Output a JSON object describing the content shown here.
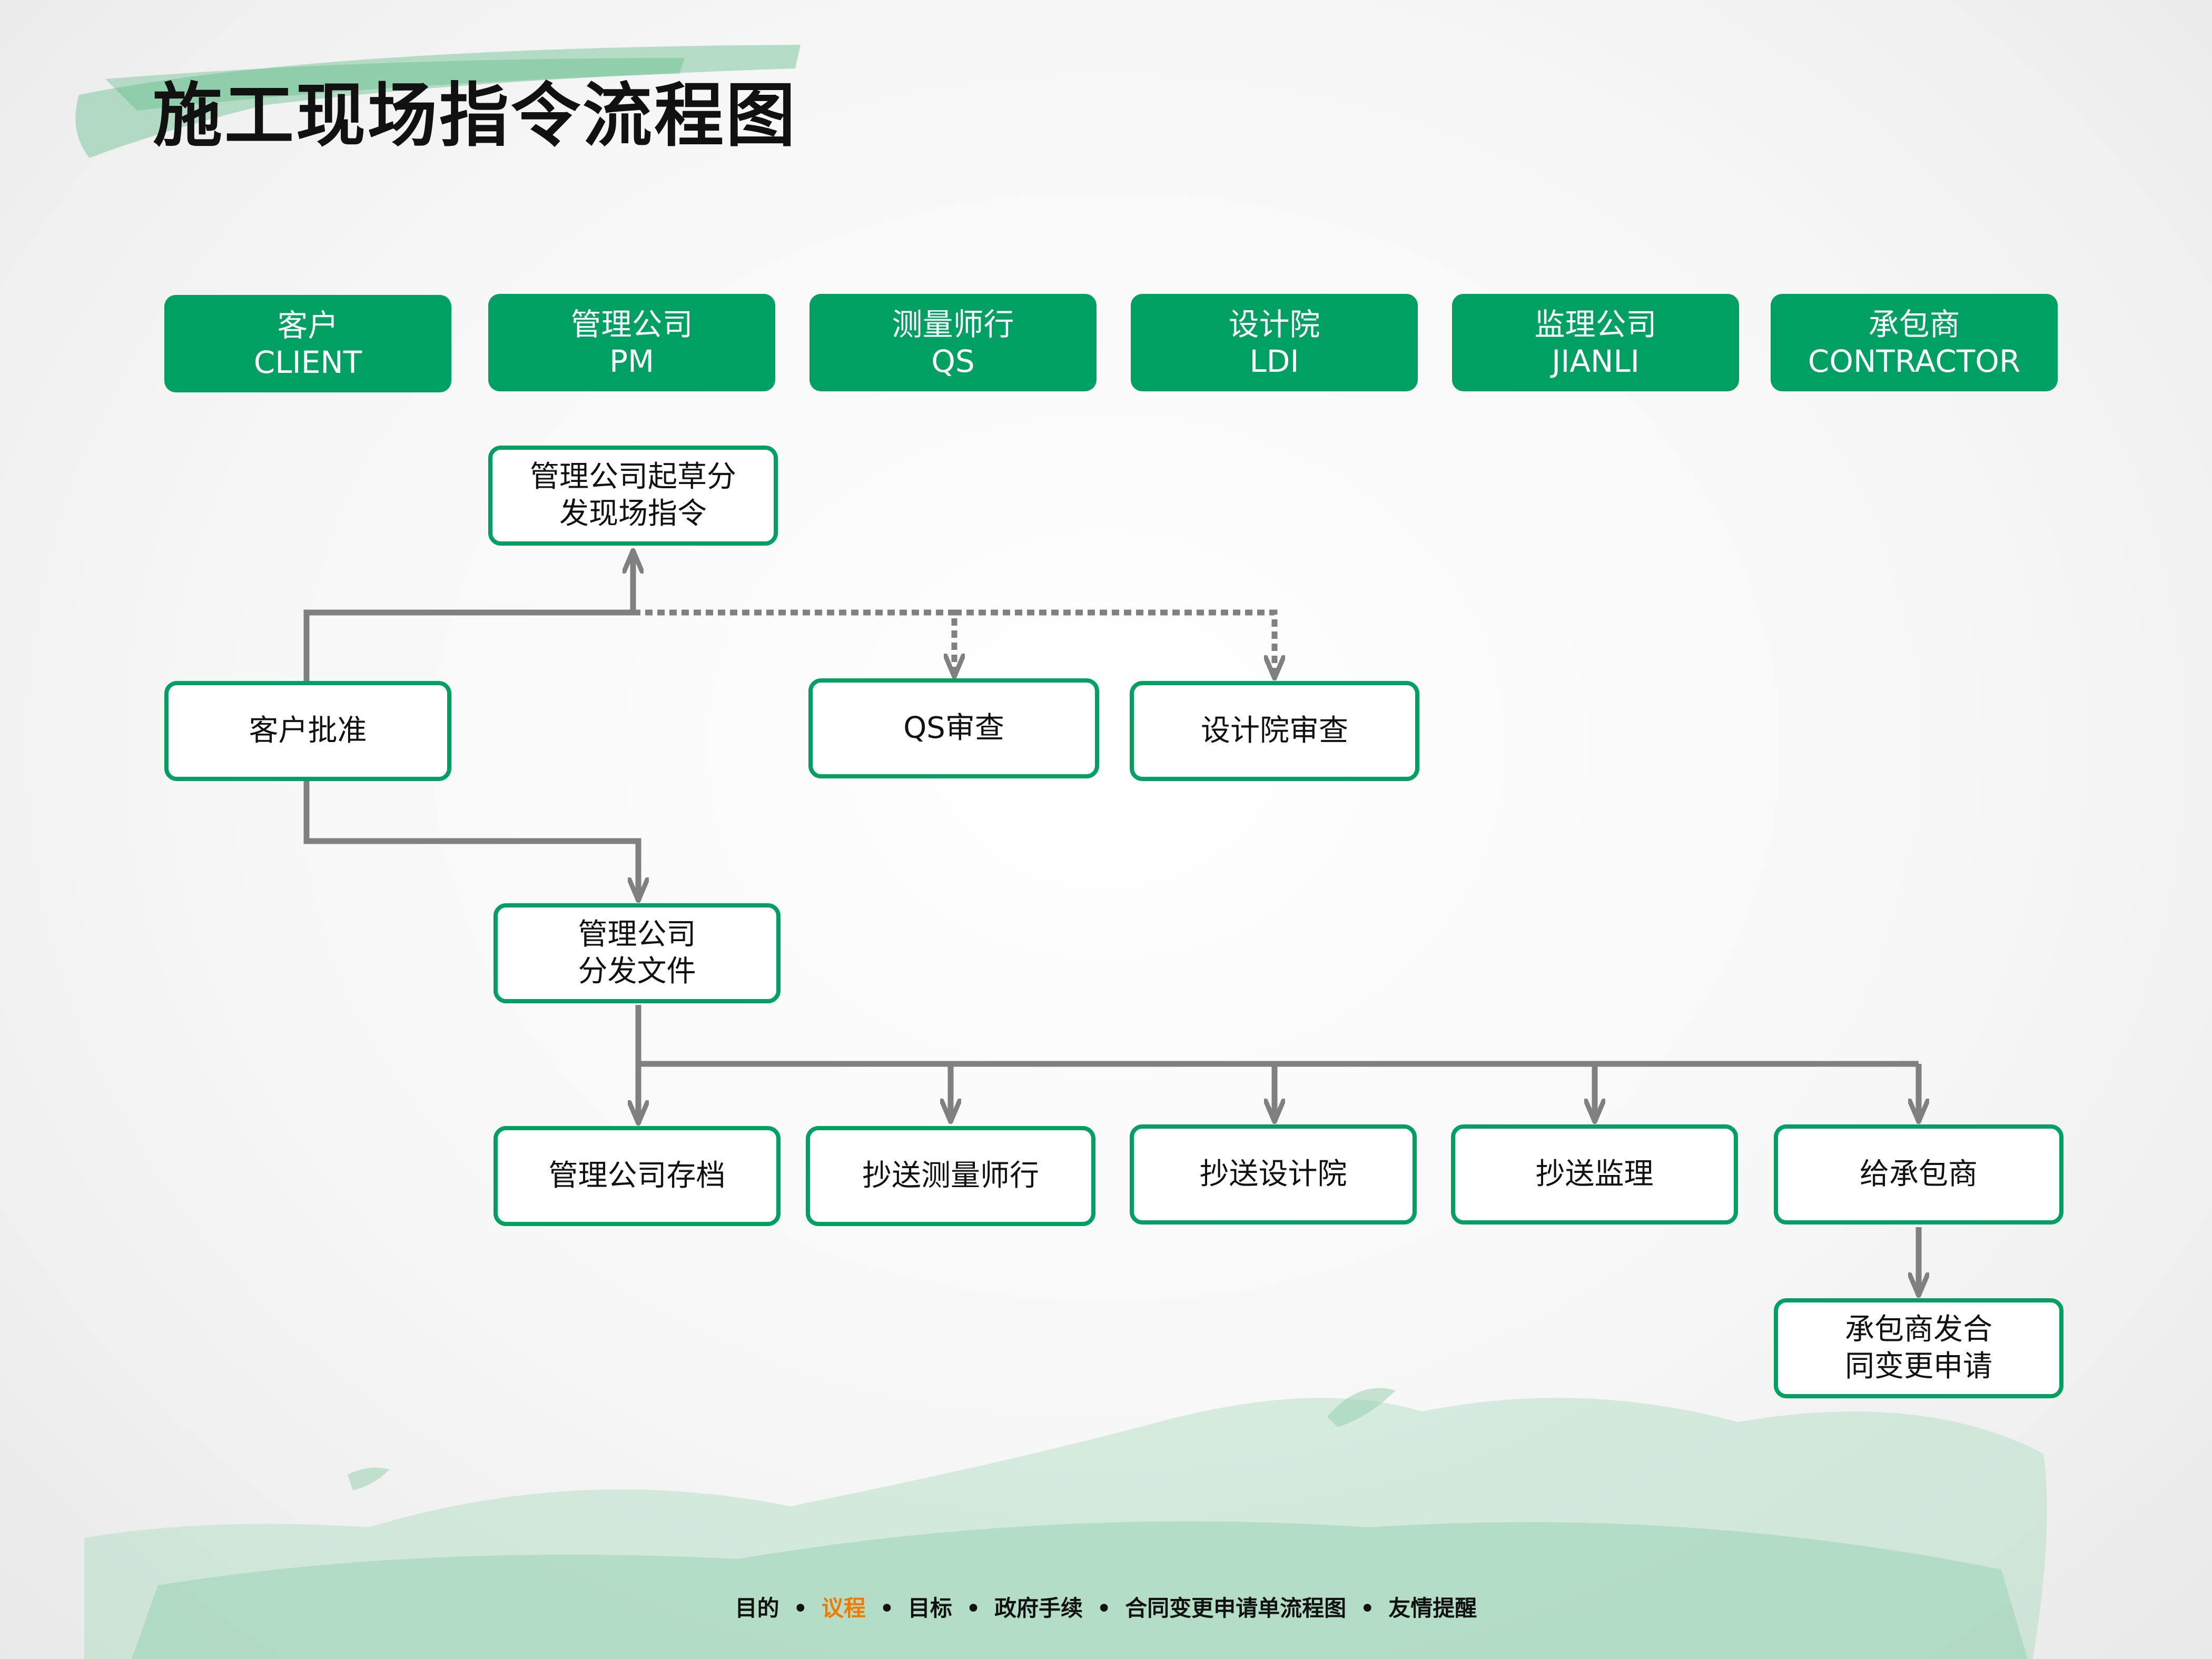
{
  "title": "施工现场指令流程图",
  "headers": [
    {
      "cn": "客户",
      "en": "CLIENT"
    },
    {
      "cn": "管理公司",
      "en": "PM"
    },
    {
      "cn": "测量师行",
      "en": "QS"
    },
    {
      "cn": "设计院",
      "en": "LDI"
    },
    {
      "cn": "监理公司",
      "en": "JIANLI"
    },
    {
      "cn": "承包商",
      "en": "CONTRACTOR"
    }
  ],
  "nodes": {
    "pm_draft": [
      "管理公司起草分",
      "发现场指令"
    ],
    "client_approve": [
      "客户批准"
    ],
    "qs_review": [
      "QS审查"
    ],
    "ldi_review": [
      "设计院审查"
    ],
    "pm_distribute": [
      "管理公司",
      "分发文件"
    ],
    "pm_archive": [
      "管理公司存档"
    ],
    "cc_qs": [
      "抄送测量师行"
    ],
    "cc_ldi": [
      "抄送设计院"
    ],
    "cc_jianli": [
      "抄送监理"
    ],
    "to_contractor": [
      "给承包商"
    ],
    "contractor_change": [
      "承包商发合",
      "同变更申请"
    ]
  },
  "footer": {
    "items": [
      "目的",
      "议程",
      "目标",
      "政府手续",
      "合同变更申请单流程图",
      "友情提醒"
    ],
    "active": "议程",
    "separator": "•"
  },
  "colors": {
    "brand": "#00a062",
    "connector": "#808080",
    "active_nav": "#f07a00"
  }
}
